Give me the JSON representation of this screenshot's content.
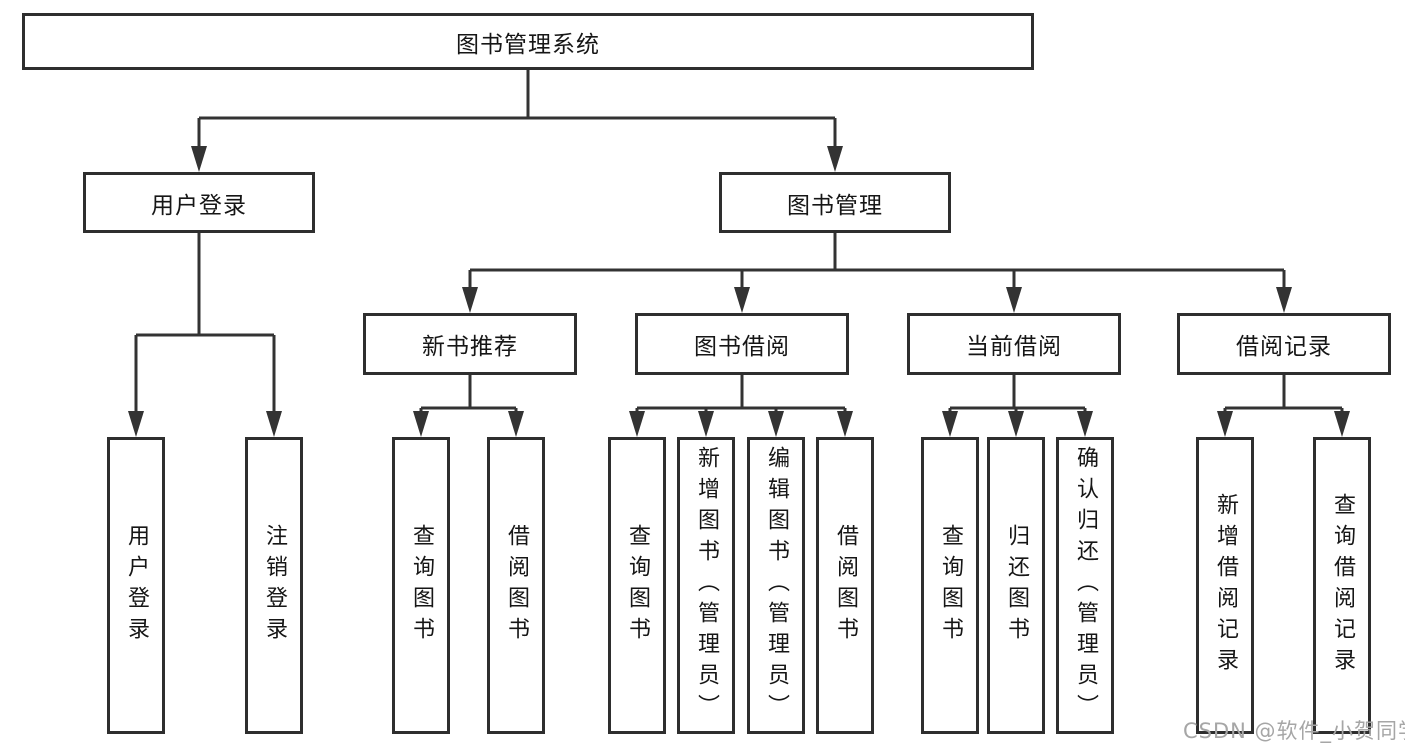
{
  "diagram": {
    "root_label": "图书管理系统",
    "branches": [
      {
        "label": "用户登录",
        "children": [
          {
            "label": "用户登录"
          },
          {
            "label": "注销登录"
          }
        ]
      },
      {
        "label": "图书管理",
        "groups": [
          {
            "label": "新书推荐",
            "children": [
              {
                "label": "查询图书"
              },
              {
                "label": "借阅图书"
              }
            ]
          },
          {
            "label": "图书借阅",
            "children": [
              {
                "label": "查询图书"
              },
              {
                "label": "新增图书（管理员）"
              },
              {
                "label": "编辑图书（管理员）"
              },
              {
                "label": "借阅图书"
              }
            ]
          },
          {
            "label": "当前借阅",
            "children": [
              {
                "label": "查询图书"
              },
              {
                "label": "归还图书"
              },
              {
                "label": "确认归还（管理员）"
              }
            ]
          },
          {
            "label": "借阅记录",
            "children": [
              {
                "label": "新增借阅记录"
              },
              {
                "label": "查询借阅记录"
              }
            ]
          }
        ]
      }
    ]
  },
  "watermark": {
    "text": "CSDN @软件_小贺同学"
  },
  "colors": {
    "line": "#333333",
    "box_border": "#2e2e2e",
    "background": "#ffffff",
    "text": "#161616",
    "watermark": "#a6a6a6"
  }
}
